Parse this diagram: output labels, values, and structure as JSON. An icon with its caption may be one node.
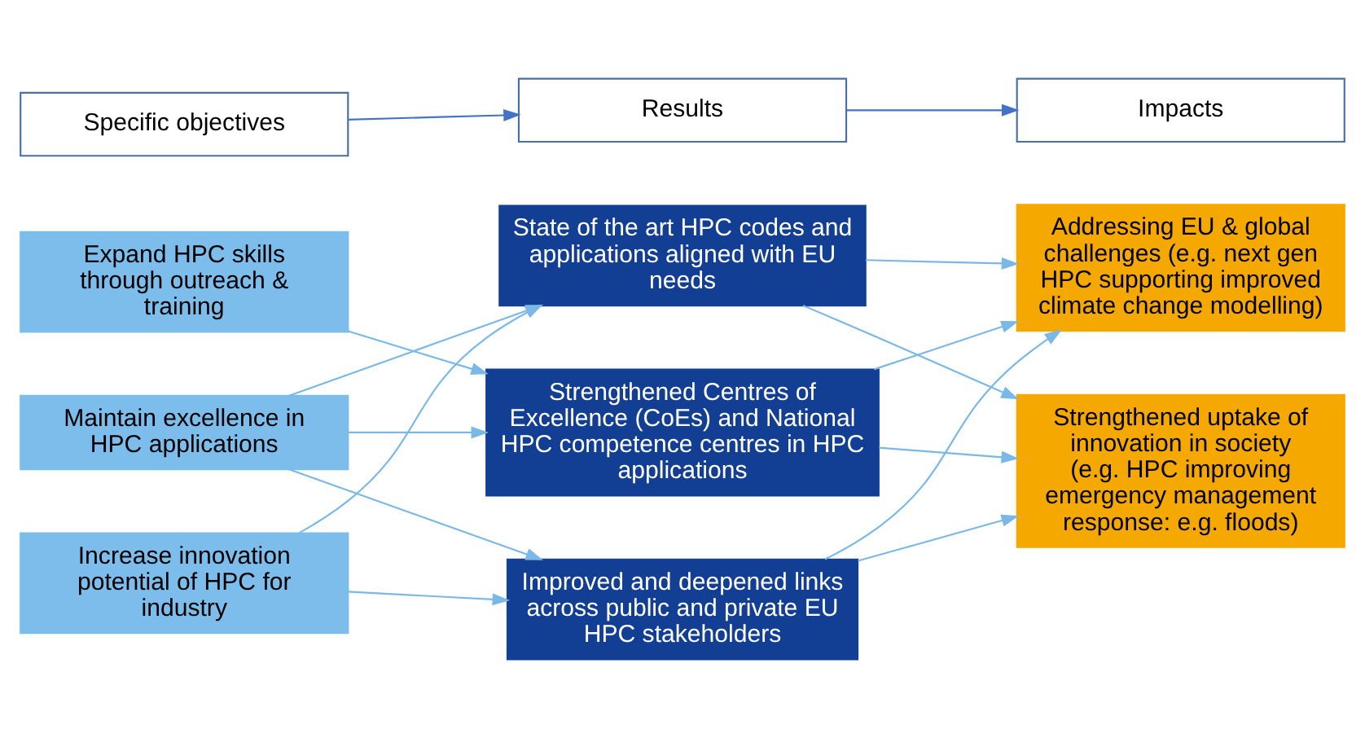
{
  "diagram": {
    "nodes": [
      {
        "text": [
          "Specific objectives"
        ]
      },
      {
        "text": [
          "Results"
        ]
      },
      {
        "text": [
          "Impacts"
        ]
      },
      {
        "text": [
          "Expand HPC skills through outreach & training"
        ]
      },
      {
        "text": [
          "Maintain excellence in HPC applications"
        ]
      },
      {
        "text": [
          "Increase innovation potential of HPC for industry"
        ]
      },
      {
        "text": [
          "State of the art HPC codes and applications aligned with EU needs"
        ]
      },
      {
        "text": [
          "Strengthened Centres of Excellence (CoEs) and National HPC competence centres in HPC applications"
        ]
      },
      {
        "text": [
          "Improved and deepened links across public and private EU HPC stakeholders"
        ]
      },
      {
        "text": [
          "Addressing EU & global challenges (e.g. next gen HPC supporting improved climate change modelling)"
        ]
      },
      {
        "text": [
          "Strengthened uptake of innovation in society (e.g. HPC improving emergency management response: e.g. floods)"
        ]
      }
    ],
    "edges": [
      {
        "from": 0,
        "to": 1,
        "arrow": "to",
        "color": "#4472c4"
      },
      {
        "from": 1,
        "to": 2,
        "arrow": "to",
        "color": "#4472c4"
      },
      {
        "from": 3,
        "to": 7,
        "arrow": "to"
      },
      {
        "from": 4,
        "to": 6,
        "arrow": "to"
      },
      {
        "from": 4,
        "to": 7,
        "arrow": "to"
      },
      {
        "from": 4,
        "to": 8,
        "arrow": "to"
      },
      {
        "from": 5,
        "to": 6,
        "arrow": "to"
      },
      {
        "from": 5,
        "to": 8,
        "arrow": "to"
      },
      {
        "from": 6,
        "to": 9,
        "arrow": "to"
      },
      {
        "from": 6,
        "to": 10,
        "arrow": "to"
      },
      {
        "from": 7,
        "to": 9,
        "arrow": "to"
      },
      {
        "from": 7,
        "to": 10,
        "arrow": "to"
      },
      {
        "from": 8,
        "to": 9,
        "arrow": "to"
      },
      {
        "from": 8,
        "to": 10,
        "arrow": "to"
      }
    ]
  }
}
